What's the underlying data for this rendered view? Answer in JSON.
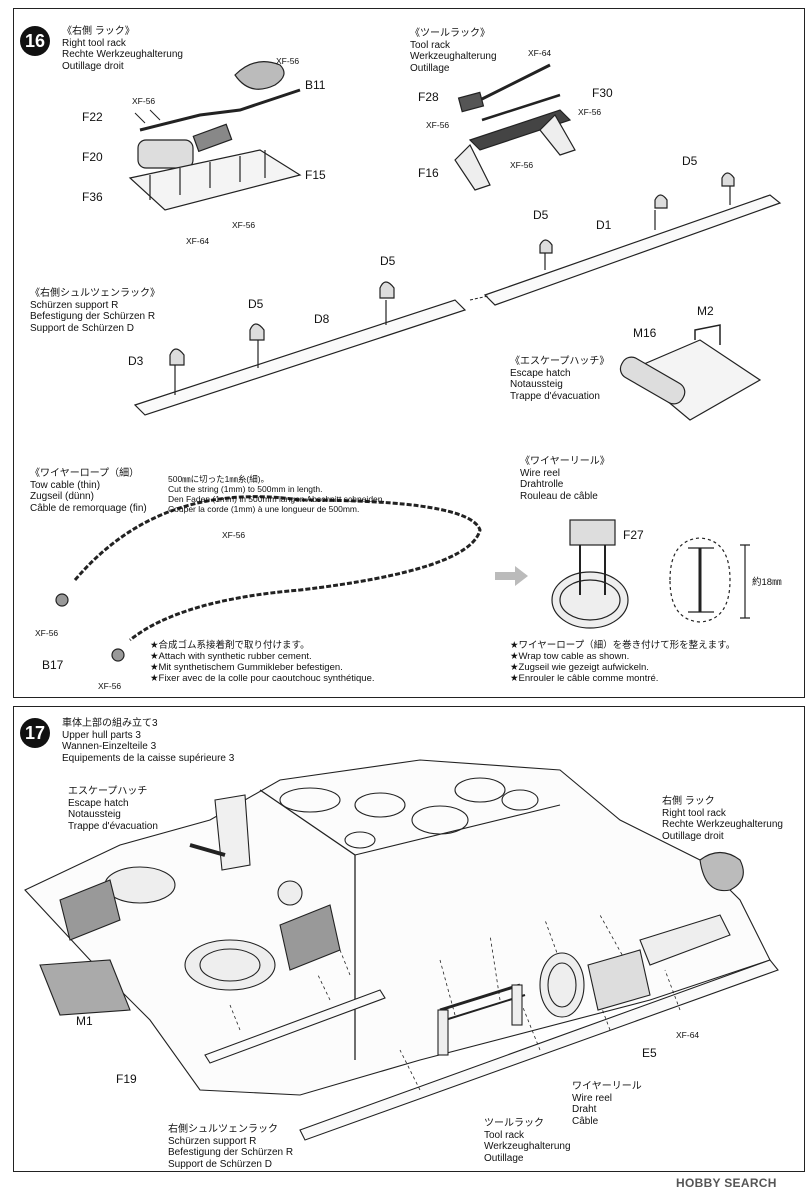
{
  "step16": {
    "number": "16",
    "right_tool_rack": [
      "《右側 ラック》",
      "Right tool rack",
      "Rechte Werkzeughalterung",
      "Outillage droit"
    ],
    "tool_rack": [
      "《ツールラック》",
      "Tool rack",
      "Werkzeughalterung",
      "Outillage"
    ],
    "schurzen_rack": [
      "《右側シュルツェンラック》",
      "Schürzen support R",
      "Befestigung der Schürzen R",
      "Support de Schürzen D"
    ],
    "escape_hatch": [
      "《エスケープハッチ》",
      "Escape hatch",
      "Notaussteig",
      "Trappe d'évacuation"
    ],
    "tow_cable": [
      "《ワイヤーロープ（細）",
      "Tow cable (thin)",
      "Zugseil (dünn)",
      "Câble de remorquage (fin)"
    ],
    "wire_reel": [
      "《ワイヤーリール》",
      "Wire reel",
      "Drahtrolle",
      "Rouleau de câble"
    ],
    "cut_note": [
      "500㎜に切った1㎜糸(細)。",
      "Cut the string (1mm) to 500mm in length.",
      "Den Faden (1mm) in 500mm langen Abschnitt schneiden.",
      "Couper la corde (1mm) à une longueur de 500mm."
    ],
    "attach_note": [
      "★合成ゴム系接着剤で取り付けます。",
      "★Attach with synthetic rubber cement.",
      "★Mit synthetischem Gummikleber befestigen.",
      "★Fixer avec de la colle pour caoutchouc synthétique."
    ],
    "wrap_note": [
      "★ワイヤーロープ（細）を巻き付けて形を整えます。",
      "★Wrap tow cable as shown.",
      "★Zugseil wie gezeigt aufwickeln.",
      "★Enrouler le câble comme montré."
    ],
    "dimension": "約18㎜",
    "parts": {
      "B11": "B11",
      "F22": "F22",
      "F20": "F20",
      "F36": "F36",
      "F15": "F15",
      "F28": "F28",
      "F30": "F30",
      "F16": "F16",
      "D5a": "D5",
      "D5b": "D5",
      "D1": "D1",
      "D5c": "D5",
      "D5d": "D5",
      "D8": "D8",
      "D3": "D3",
      "M2": "M2",
      "M16": "M16",
      "F27": "F27",
      "B17": "B17"
    },
    "paints": {
      "p1": "XF-56",
      "p2": "XF-56",
      "p3": "XF-56",
      "p4": "XF-64",
      "p5": "XF-64",
      "p6": "XF-56",
      "p7": "XF-56",
      "p8": "XF-56",
      "p9": "XF-56",
      "p10": "XF-56",
      "p11": "XF-56"
    }
  },
  "step17": {
    "number": "17",
    "title": [
      "車体上部の組み立て3",
      "Upper hull parts 3",
      "Wannen-Einzelteile 3",
      "Equipements de la caisse supérieure 3"
    ],
    "escape_hatch": [
      "エスケープハッチ",
      "Escape hatch",
      "Notaussteig",
      "Trappe d'évacuation"
    ],
    "right_tool_rack": [
      "右側 ラック",
      "Right tool rack",
      "Rechte Werkzeughalterung",
      "Outillage droit"
    ],
    "wire_reel": [
      "ワイヤーリール",
      "Wire reel",
      "Draht",
      "Câble"
    ],
    "tool_rack": [
      "ツールラック",
      "Tool rack",
      "Werkzeughalterung",
      "Outillage"
    ],
    "schurzen_rack": [
      "右側シュルツェンラック",
      "Schürzen support R",
      "Befestigung der Schürzen R",
      "Support de Schürzen D"
    ],
    "parts": {
      "M1": "M1",
      "F19": "F19",
      "E5": "E5"
    },
    "paint": "XF-64"
  },
  "watermark": "HOBBY SEARCH"
}
